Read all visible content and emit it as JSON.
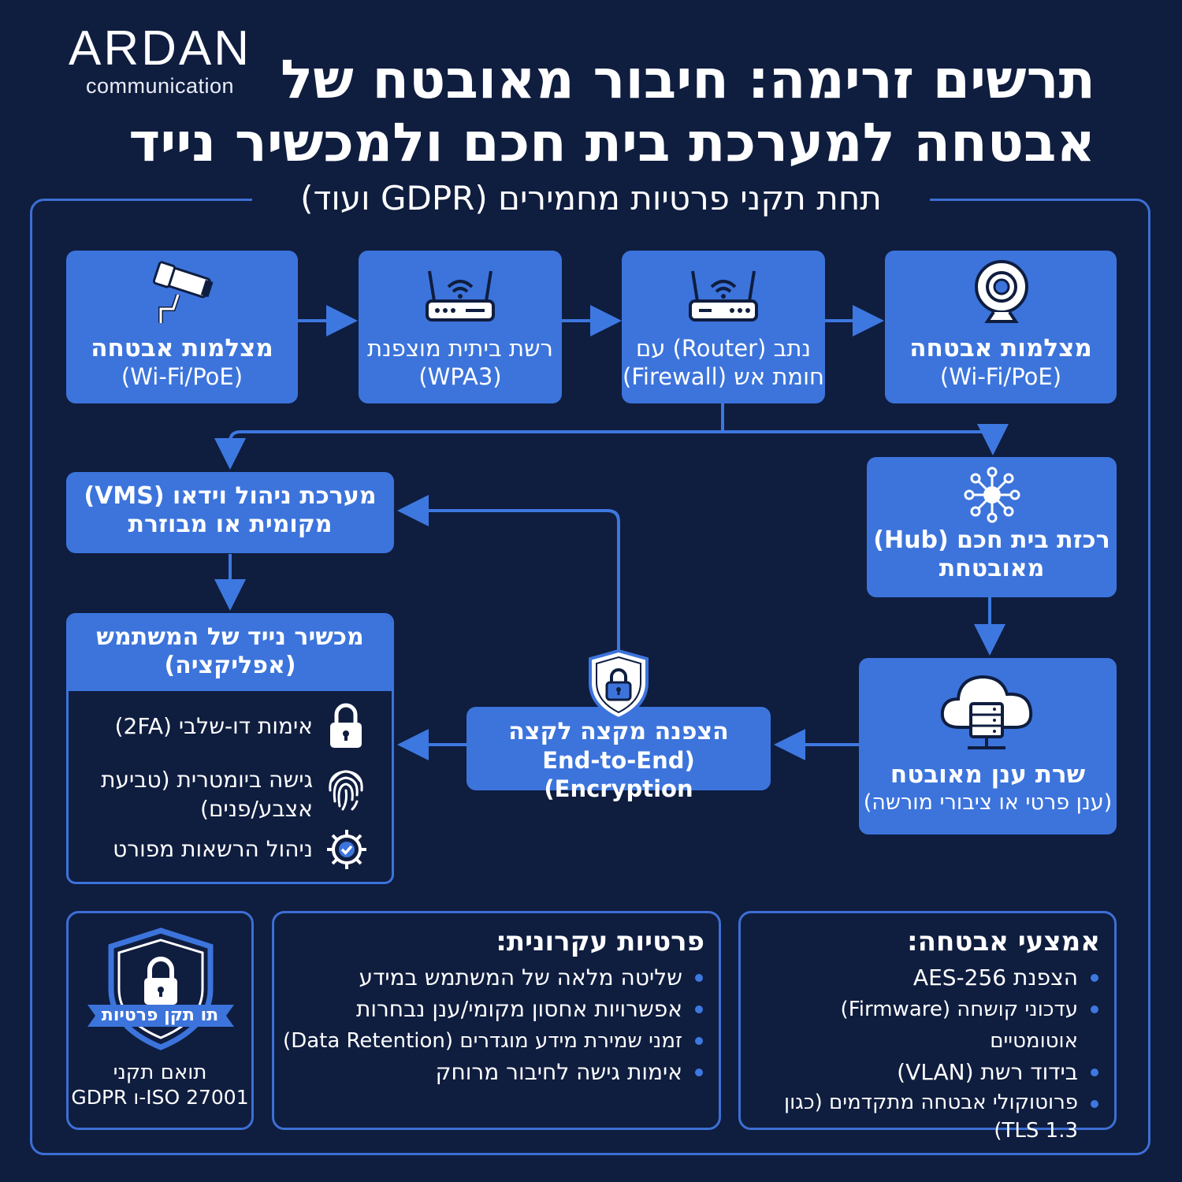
{
  "logo": {
    "name": "ARDAN",
    "sub": "communication"
  },
  "title": {
    "line1": "תרשים זרימה: חיבור מאובטח של",
    "line2": "אבטחה למערכת בית חכם ולמכשיר נייד"
  },
  "subtitle": "תחת תקני פרטיות מחמירים (GDPR ועוד)",
  "nodes": {
    "camera_left": {
      "title": "מצלמות אבטחה",
      "sub": "(Wi-Fi/PoE)"
    },
    "home_network": {
      "line1": "רשת ביתית מוצפנת",
      "line2": "(WPA3)"
    },
    "router": {
      "line1": "נתב (Router) עם",
      "line2": "חומת אש (Firewall)"
    },
    "camera_right": {
      "title": "מצלמות אבטחה",
      "sub": "(Wi-Fi/PoE)"
    },
    "vms": {
      "line1": "מערכת ניהול וידאו (VMS)",
      "line2": "מקומית או מבוזרת"
    },
    "hub": {
      "line1": "רכזת בית חכם (Hub)",
      "line2": "מאובטחת"
    },
    "mobile": {
      "line1": "מכשיר נייד של המשתמש",
      "line2": "(אפליקציה)",
      "features": [
        {
          "icon": "padlock-icon",
          "text": "אימות דו-שלבי (2FA)"
        },
        {
          "icon": "fingerprint-icon",
          "text": "גישה ביומטרית (טביעת אצבע/פנים)"
        },
        {
          "icon": "gear-check-icon",
          "text": "ניהול הרשאות מפורט"
        }
      ]
    },
    "encryption": {
      "line1": "הצפנה מקצה לקצה",
      "line2": "(End-to-End Encryption)"
    },
    "cloud": {
      "title": "שרת ענן מאובטח",
      "sub": "(ענן פרטי או ציבורי מורשה)"
    }
  },
  "badge": {
    "ribbon": "תו תקן פרטיות",
    "line1": "תואם תקני",
    "line2": "ISO 27001-ו GDPR"
  },
  "privacy": {
    "heading": "פרטיות עקרונית:",
    "items": [
      "שליטה מלאה של המשתמש במידע",
      "אפשרויות אחסון מקומי/ענן נבחרות",
      "זמני שמירת מידע מוגדרים (Data Retention)",
      "אימות גישה לחיבור מרוחק"
    ]
  },
  "security": {
    "heading": "אמצעי אבטחה:",
    "items": [
      "הצפנת AES-256",
      "עדכוני קושחה (Firmware) אוטומטיים",
      "בידוד רשת (VLAN)",
      "פרוטוקולי אבטחה מתקדמים (כגון TLS 1.3)"
    ]
  },
  "colors": {
    "background": "#0f1d3f",
    "box": "#3c74dc",
    "line": "#3d78e0"
  }
}
